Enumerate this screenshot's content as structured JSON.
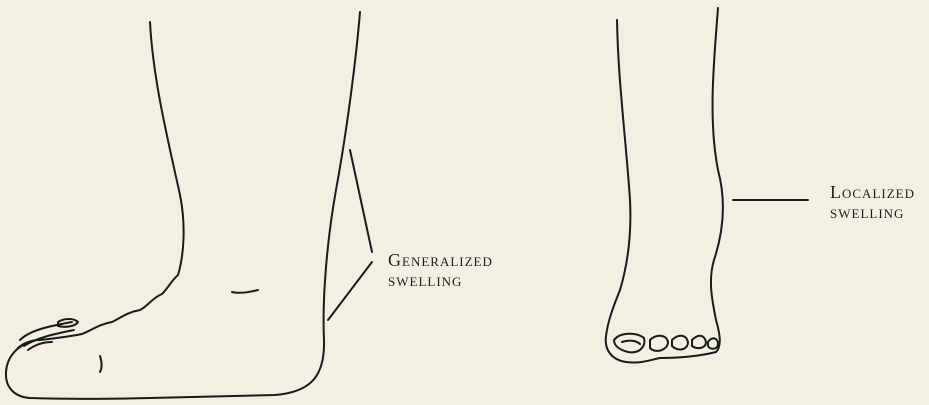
{
  "figure": {
    "generalized_label": {
      "line1": "Generalized",
      "line2": "swelling"
    },
    "localized_label": {
      "line1": "Localized",
      "line2": "swelling"
    }
  }
}
